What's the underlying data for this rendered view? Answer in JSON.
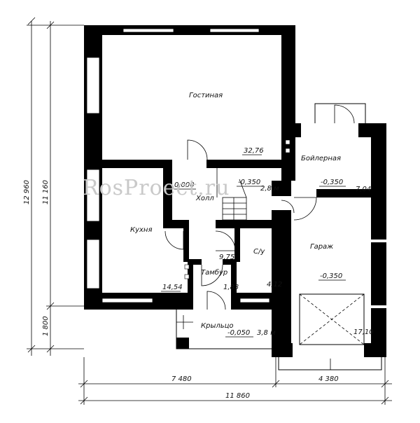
{
  "watermark": "RosProect.ru",
  "rooms": {
    "gostinaya": {
      "name": "Гостиная",
      "area": "32,76"
    },
    "kukhnya": {
      "name": "Кухня",
      "area": "14,54"
    },
    "kholl": {
      "name": "Холл",
      "area": "9,75"
    },
    "kholl_level": "0,000",
    "stair_level": "-0,350",
    "stair_span": "2,8 м",
    "boilernaya": {
      "name": "Бойлерная",
      "level": "-0,350",
      "area": "7,04"
    },
    "garazh": {
      "name": "Гараж",
      "level": "-0,350",
      "area": "17,10"
    },
    "su": {
      "name": "С/у",
      "area": "4,12"
    },
    "tambur": {
      "name": "Тамбур",
      "area": "1,83"
    },
    "kryltso": {
      "name": "Крыльцо",
      "level": "-0,050",
      "span": "3,8 м"
    }
  },
  "dimensions": {
    "width_left": "7 480",
    "width_right": "4 380",
    "width_total": "11 860",
    "height_total": "12 960",
    "height_main": "11 160",
    "height_porch": "1 800"
  }
}
